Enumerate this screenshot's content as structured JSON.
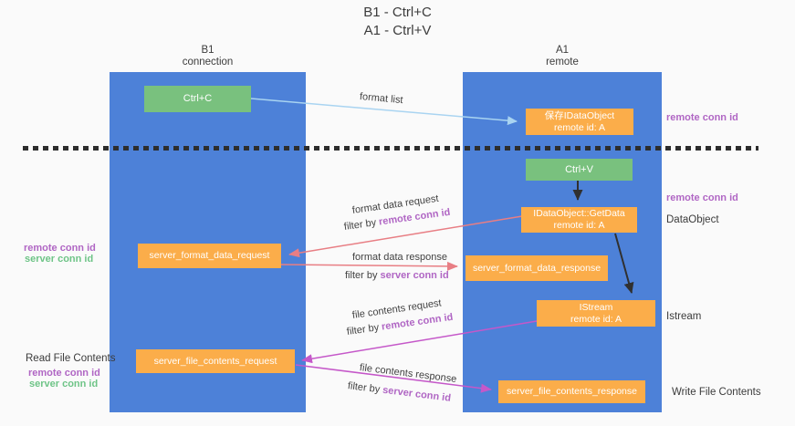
{
  "title": {
    "line1": "B1 - Ctrl+C",
    "line2": "A1 - Ctrl+V"
  },
  "lanes": {
    "left": {
      "name": "B1",
      "role": "connection"
    },
    "right": {
      "name": "A1",
      "role": "remote"
    }
  },
  "nodes": {
    "ctrl_c": "Ctrl+C",
    "save_idataobject": {
      "line1": "保存IDataObject",
      "line2": "remote id: A"
    },
    "ctrl_v": "Ctrl+V",
    "getdata": {
      "line1": "IDataObject::GetData",
      "line2": "remote id: A"
    },
    "format_request": "server_format_data_request",
    "format_response": "server_format_data_response",
    "istream": {
      "line1": "IStream",
      "line2": "remote id: A"
    },
    "file_request": "server_file_contents_request",
    "file_response": "server_file_contents_response"
  },
  "arrow_labels": {
    "format_list": "format list",
    "format_data_request": "format data request",
    "format_data_response": "format data response",
    "file_contents_request": "file contents request",
    "file_contents_response": "file contents response",
    "filter_by": "filter by ",
    "remote_conn_id": "remote conn id",
    "server_conn_id": "server conn id"
  },
  "side_labels": {
    "remote_conn_id": "remote conn id",
    "server_conn_id": "server conn id",
    "dataobject": "DataObject",
    "istream": "Istream",
    "read_file_contents": "Read File Contents",
    "write_file_contents": "Write File Contents"
  },
  "colors": {
    "lane_blue": "#4d81d8",
    "node_green": "#79c17e",
    "node_orange": "#fbad4a",
    "arrow_light_blue": "#a9d4f1",
    "arrow_salmon": "#e87e84",
    "arrow_magenta": "#c558c9",
    "arrow_black": "#303030",
    "label_purple": "#b066c4",
    "label_green": "#6ec487",
    "background": "#fafafa"
  }
}
